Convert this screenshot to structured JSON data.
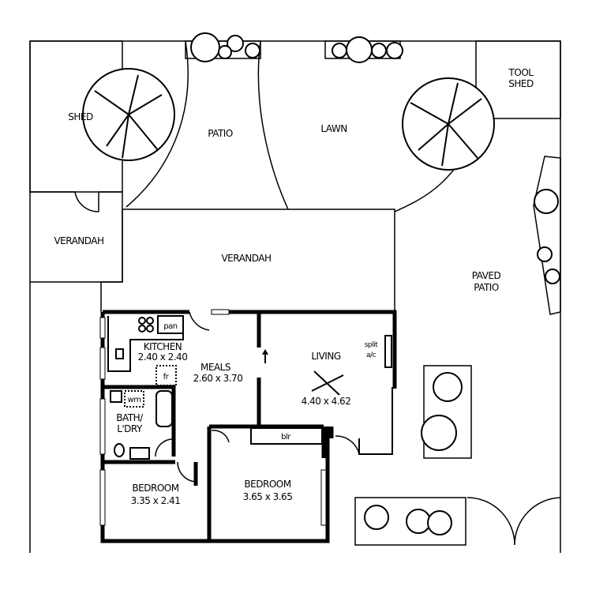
{
  "labels": {
    "shed": "SHED",
    "patio": "PATIO",
    "lawn": "LAWN",
    "tool_shed_1": "TOOL",
    "tool_shed_2": "SHED",
    "verandah_left": "VERANDAH",
    "verandah_main": "VERANDAH",
    "paved_patio_1": "PAVED",
    "paved_patio_2": "PATIO",
    "kitchen": "KITCHEN",
    "kitchen_size": "2.40 x 2.40",
    "pan": "pan",
    "fr": "fr",
    "meals": "MEALS",
    "meals_size": "2.60 x 3.70",
    "living": "LIVING",
    "living_size": "4.40 x 4.62",
    "split_ac_1": "split",
    "split_ac_2": "a/c",
    "bath_1": "BATH/",
    "bath_2": "L'DRY",
    "wm": "wm",
    "blr": "blr",
    "bedroom1": "BEDROOM",
    "bedroom1_size": "3.35 x 2.41",
    "bedroom2": "BEDROOM",
    "bedroom2_size": "3.65 x 3.65"
  }
}
